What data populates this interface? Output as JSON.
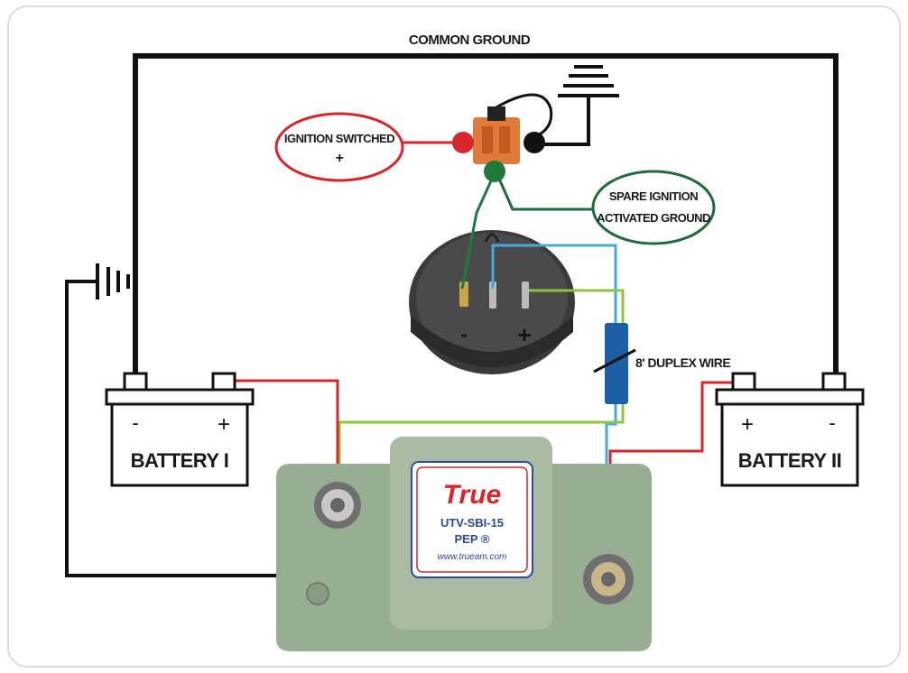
{
  "diagram": {
    "common_ground_label": "COMMON GROUND",
    "ignition_switched": {
      "line1": "IGNITION SWITCHED",
      "line2": "+"
    },
    "spare_ignition": {
      "line1": "SPARE IGNITION",
      "line2": "ACTIVATED GROUND"
    },
    "duplex_wire_label": "8' DUPLEX WIRE",
    "battery_1": {
      "name": "BATTERY I",
      "minus": "-",
      "plus": "+"
    },
    "battery_2": {
      "name": "BATTERY II",
      "minus": "-",
      "plus": "+"
    },
    "switch_symbols": {
      "minus": "-",
      "plus": "+"
    },
    "device": {
      "brand": "True",
      "model": "UTV-SBI-15",
      "sub": "PEP ®",
      "url": "www.trueam.com"
    }
  },
  "colors": {
    "black_wire": "#111111",
    "red_wire": "#d8262a",
    "green_wire": "#8cc63f",
    "blue_wire": "#41a9e0",
    "dark_green_wire": "#1f7a3c",
    "ignition_circle": "#d8262a",
    "spare_circle": "#1f6b3a",
    "duplex_sleeve": "#1d5fa5",
    "device_body": "#8fa88a"
  }
}
